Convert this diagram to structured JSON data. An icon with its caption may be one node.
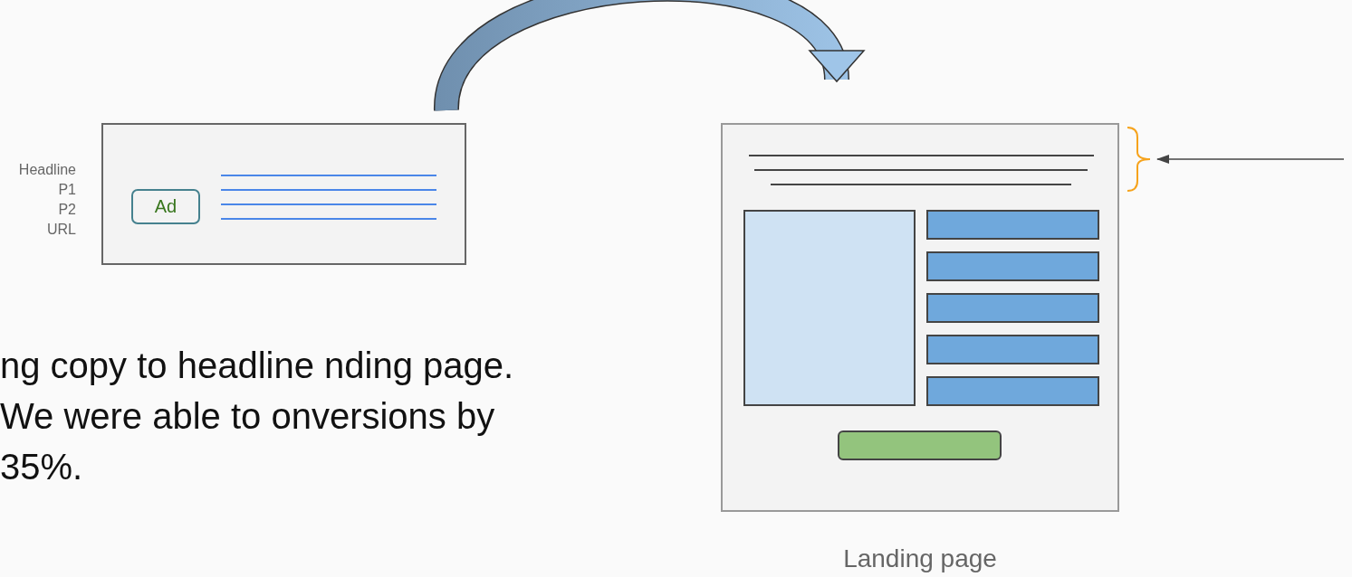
{
  "diagram": {
    "nodes": [
      {
        "text": [],
        "shape": "box"
      },
      {
        "text": [
          "Ad"
        ],
        "in": 0
      },
      {
        "text": [],
        "shape": "box",
        "beside": [
          "Landing page"
        ]
      },
      {
        "text": [],
        "shape": "bracket"
      }
    ],
    "edges": [
      {
        "from": 0,
        "to": 2,
        "arrow": "to",
        "style": "thick"
      },
      {
        "from": null,
        "to": 3,
        "arrow": "to"
      }
    ],
    "labels": [
      "Headline",
      "P1",
      "P2",
      "URL",
      "ng copy to headline nding page. We were able to onversions by 35%."
    ]
  }
}
